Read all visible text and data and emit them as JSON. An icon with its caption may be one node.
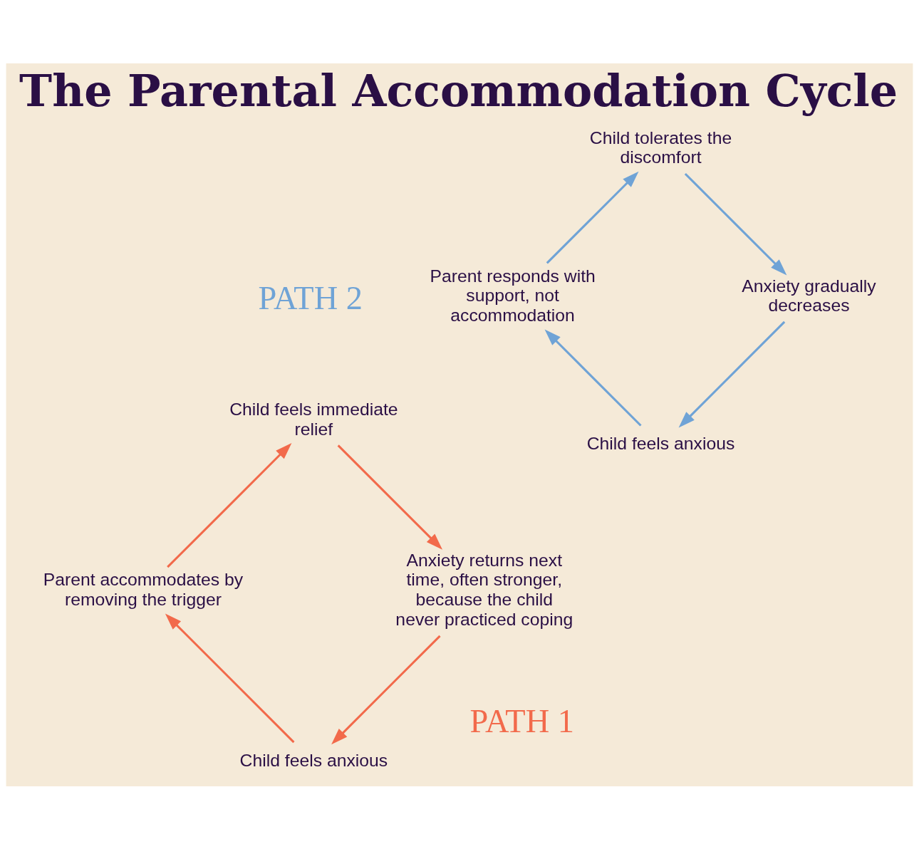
{
  "diagram": {
    "title": "The Parental Accommodation Cycle",
    "nodes": [
      {
        "text": [
          "Child feels anxious"
        ]
      },
      {
        "text": [
          "Parent accommodates by removing the trigger"
        ]
      },
      {
        "text": [
          "Child feels immediate relief"
        ]
      },
      {
        "text": [
          "Anxiety returns next time, often stronger, because the child never practiced coping"
        ]
      },
      {
        "text": [
          "Child feels anxious"
        ]
      },
      {
        "text": [
          "Parent responds with support, not accommodation"
        ]
      },
      {
        "text": [
          "Child tolerates the discomfort"
        ]
      },
      {
        "text": [
          "Anxiety gradually decreases"
        ]
      }
    ],
    "edges": [
      {
        "from": 0,
        "to": 1,
        "arrow": "to",
        "color": "#f26a4b"
      },
      {
        "from": 1,
        "to": 2,
        "arrow": "to",
        "color": "#f26a4b"
      },
      {
        "from": 2,
        "to": 3,
        "arrow": "to",
        "color": "#f26a4b"
      },
      {
        "from": 3,
        "to": 0,
        "arrow": "to",
        "color": "#f26a4b"
      },
      {
        "from": 4,
        "to": 5,
        "arrow": "to",
        "color": "#6fa3d6"
      },
      {
        "from": 5,
        "to": 6,
        "arrow": "to",
        "color": "#6fa3d6"
      },
      {
        "from": 6,
        "to": 7,
        "arrow": "to",
        "color": "#6fa3d6"
      },
      {
        "from": 7,
        "to": 4,
        "arrow": "to",
        "color": "#6fa3d6"
      }
    ],
    "labels": [
      "PATH 1",
      "PATH 2"
    ]
  }
}
